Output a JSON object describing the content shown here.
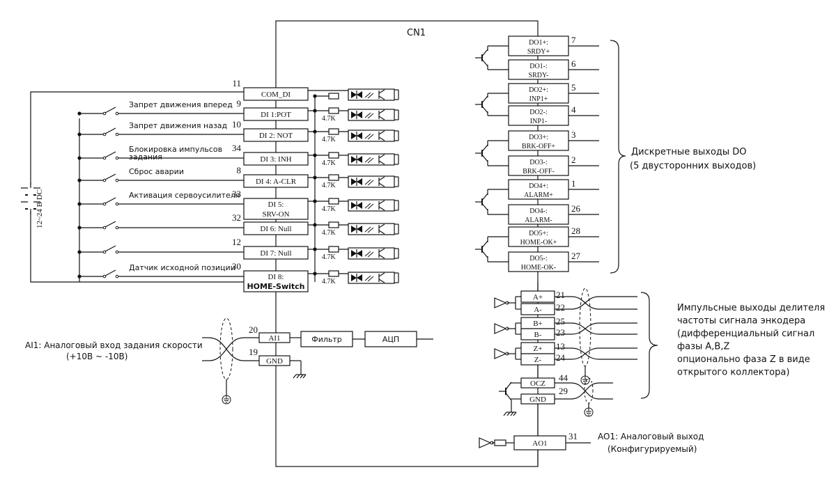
{
  "connector": "CN1",
  "power_supply": "12~24 В DC",
  "inputs": [
    {
      "pin": "11",
      "box": "COM_DI",
      "desc": "",
      "res": ""
    },
    {
      "pin": "9",
      "box": "DI 1:POT",
      "desc": "Запрет движения вперед",
      "res": "4.7K"
    },
    {
      "pin": "10",
      "box": "DI 2: NOT",
      "desc": "Запрет движения назад",
      "res": "4.7K"
    },
    {
      "pin": "34",
      "box": "DI 3: INH",
      "desc": "Блокировка импульсов",
      "desc2": "задания",
      "res": "4.7K"
    },
    {
      "pin": "8",
      "box": "DI 4: A-CLR",
      "desc": "Сброс аварии",
      "res": "4.7K"
    },
    {
      "pin": "33",
      "box": "DI 5:",
      "box2": "SRV-ON",
      "desc": "Активация сервоусилителя",
      "res": "4.7K"
    },
    {
      "pin": "32",
      "box": "DI 6: Null",
      "desc": "",
      "res": "4.7K"
    },
    {
      "pin": "12",
      "box": "DI 7: Null",
      "desc": "",
      "res": "4.7K"
    },
    {
      "pin": "30",
      "box": "DI 8:",
      "box2": "HOME-Switch",
      "desc": "Датчик исходной позиции",
      "res": "4.7K"
    }
  ],
  "analog_in": {
    "label": "AI1: Аналоговый вход задания скорости",
    "range": "(+10В ~ -10В)",
    "pins": [
      "20",
      "19"
    ],
    "boxes": [
      "AI1",
      "GND"
    ],
    "filter": "Фильтр",
    "adc": "АЦП"
  },
  "outputs": [
    {
      "pin": "7",
      "l1": "DO1+:",
      "l2": "SRDY+"
    },
    {
      "pin": "6",
      "l1": "DO1-:",
      "l2": "SRDY-"
    },
    {
      "pin": "5",
      "l1": "DO2+:",
      "l2": "INP1+"
    },
    {
      "pin": "4",
      "l1": "DO2-:",
      "l2": "INP1-"
    },
    {
      "pin": "3",
      "l1": "DO3+:",
      "l2": "BRK-OFF+"
    },
    {
      "pin": "2",
      "l1": "DO3-:",
      "l2": "BRK-OFF-"
    },
    {
      "pin": "1",
      "l1": "DO4+:",
      "l2": "ALARM+"
    },
    {
      "pin": "26",
      "l1": "DO4-:",
      "l2": "ALARM-"
    },
    {
      "pin": "28",
      "l1": "DO5+:",
      "l2": "HOME-OK+"
    },
    {
      "pin": "27",
      "l1": "DO5-:",
      "l2": "HOME-OK-"
    }
  ],
  "do_label": [
    "Дискретные выходы DO",
    "(5 двусторонних выходов)"
  ],
  "pulse_outputs": [
    {
      "pin": "21",
      "box": "A+"
    },
    {
      "pin": "22",
      "box": "A-"
    },
    {
      "pin": "25",
      "box": "B+"
    },
    {
      "pin": "23",
      "box": "B-"
    },
    {
      "pin": "13",
      "box": "Z+"
    },
    {
      "pin": "24",
      "box": "Z-"
    }
  ],
  "ocz": [
    {
      "pin": "44",
      "box": "OCZ"
    },
    {
      "pin": "29",
      "box": "GND"
    }
  ],
  "pulse_label": [
    "Импульсные выходы делителя",
    "частоты сигнала энкодера",
    "(дифференциальный сигнал",
    "фазы A,B,Z",
    "опционально фаза Z в виде",
    "открытого коллектора)"
  ],
  "analog_out": {
    "pin": "31",
    "box": "AO1",
    "label": "AO1: Аналоговый выход",
    "label2": "(Конфигурируемый)"
  }
}
